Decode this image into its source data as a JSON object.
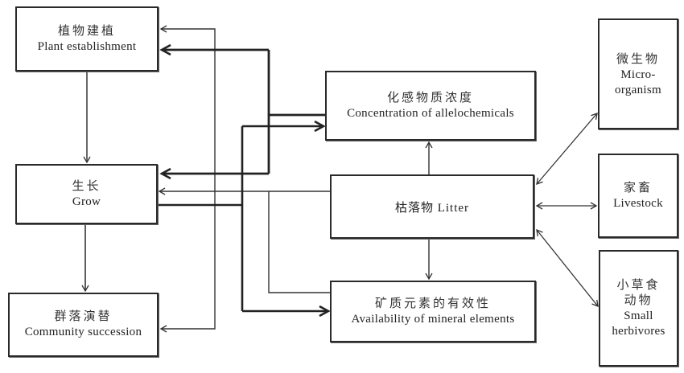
{
  "diagram": {
    "nodes": {
      "plant_establishment": {
        "zh": "植物建植",
        "en": "Plant establishment"
      },
      "grow": {
        "zh": "生长",
        "en": "Grow"
      },
      "community_succession": {
        "zh": "群落演替",
        "en": "Community succession"
      },
      "allelochemicals": {
        "zh": "化感物质浓度",
        "en": "Concentration of allelochemicals"
      },
      "litter": {
        "zh": "枯落物",
        "en": "Litter"
      },
      "mineral_elements": {
        "zh": "矿质元素的有效性",
        "en": "Availability of mineral elements"
      },
      "microorganism": {
        "zh": "微生物",
        "en1": "Micro-",
        "en2": "organism"
      },
      "livestock": {
        "zh": "家畜",
        "en": "Livestock"
      },
      "small_herbivores": {
        "zh1": "小草食",
        "zh2": "动物",
        "en1": "Small",
        "en2": "herbivores"
      }
    },
    "edges": [
      {
        "from": "plant_establishment",
        "to": "grow",
        "style": "thin"
      },
      {
        "from": "grow",
        "to": "community_succession",
        "style": "thin"
      },
      {
        "from": "litter",
        "to": "plant_establishment",
        "style": "thin"
      },
      {
        "from": "litter",
        "to": "grow",
        "style": "thin"
      },
      {
        "from": "litter",
        "to": "community_succession",
        "style": "thin"
      },
      {
        "from": "allelochemicals",
        "to": "plant_establishment",
        "style": "thick"
      },
      {
        "from": "allelochemicals",
        "to": "grow",
        "style": "thick"
      },
      {
        "from": "grow",
        "to": "allelochemicals",
        "style": "thick"
      },
      {
        "from": "grow",
        "to": "mineral_elements",
        "style": "thick"
      },
      {
        "from": "mineral_elements",
        "to": "grow",
        "style": "thin"
      },
      {
        "from": "litter",
        "to": "allelochemicals",
        "style": "thin"
      },
      {
        "from": "litter",
        "to": "mineral_elements",
        "style": "thin"
      },
      {
        "from": "litter",
        "to": "microorganism",
        "style": "bidirectional"
      },
      {
        "from": "litter",
        "to": "livestock",
        "style": "bidirectional"
      },
      {
        "from": "litter",
        "to": "small_herbivores",
        "style": "bidirectional"
      }
    ]
  }
}
